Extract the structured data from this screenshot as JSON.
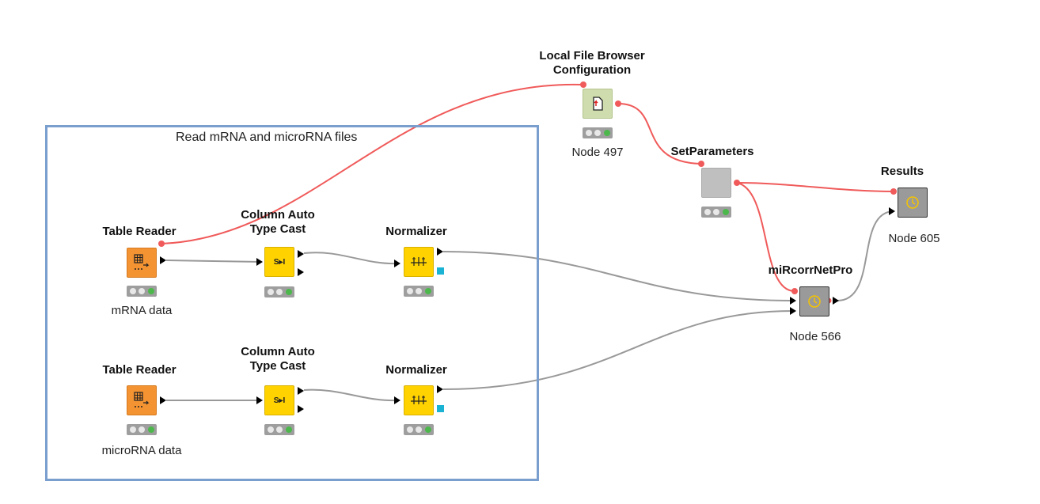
{
  "annotation": {
    "text": "Read mRNA and microRNA files"
  },
  "nodes": {
    "table_reader_1": {
      "title": "Table Reader",
      "label": "mRNA data"
    },
    "table_reader_2": {
      "title": "Table Reader",
      "label": "microRNA data"
    },
    "cast_1": {
      "title_line1": "Column Auto",
      "title_line2": "Type Cast",
      "icon_text": "S▸I"
    },
    "cast_2": {
      "title_line1": "Column Auto",
      "title_line2": "Type Cast",
      "icon_text": "S▸I"
    },
    "normalizer_1": {
      "title": "Normalizer"
    },
    "normalizer_2": {
      "title": "Normalizer"
    },
    "file_browser": {
      "title_line1": "Local File Browser",
      "title_line2": "Configuration",
      "label": "Node 497"
    },
    "set_parameters": {
      "title": "SetParameters"
    },
    "mircorrnetpro": {
      "title": "miRcorrNetPro",
      "label": "Node 566"
    },
    "results": {
      "title": "Results",
      "label": "Node 605"
    }
  },
  "colors": {
    "flow_variable_connection": "#f05a5a",
    "data_connection": "#999999",
    "annotation_border": "#7a9fce"
  }
}
